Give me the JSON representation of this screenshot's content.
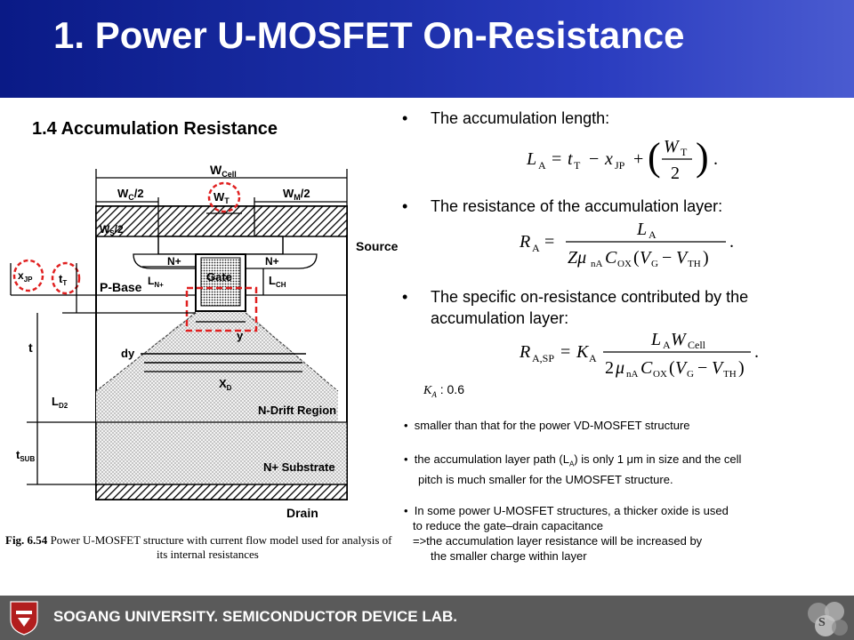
{
  "title": "1. Power U-MOSFET On-Resistance",
  "subtitle": "1.4 Accumulation Resistance",
  "diagram": {
    "w_cell": "W",
    "w_cell_sub": "Cell",
    "wc2": "W",
    "wc2_sub": "C",
    "wc2_tail": "/2",
    "wt": "W",
    "wt_sub": "T",
    "wm2": "W",
    "wm2_sub": "M",
    "wm2_tail": "/2",
    "ws2": "W",
    "ws2_sub": "S",
    "ws2_tail": "/2",
    "source": "Source",
    "n_plus_left": "N+",
    "n_plus_right": "N+",
    "gate": "Gate",
    "xjp": "x",
    "xjp_sub": "JP",
    "tt": "t",
    "tt_sub": "T",
    "p_base": "P-Base",
    "ln": "L",
    "ln_sub": "N+",
    "lch": "L",
    "lch_sub": "CH",
    "y": "y",
    "t": "t",
    "dy": "dy",
    "xd": "X",
    "xd_sub": "D",
    "ld2": "L",
    "ld2_sub": "D2",
    "n_drift": "N-Drift Region",
    "tsub": "t",
    "tsub_sub": "SUB",
    "n_substrate": "N+ Substrate",
    "drain": "Drain"
  },
  "caption": {
    "fig": "Fig. 6.54",
    "text": " Power U-MOSFET structure with current flow model used for analysis of",
    "text2": "its internal resistances"
  },
  "bullets": [
    "The accumulation length:",
    "The resistance of the accumulation layer:",
    "The specific on-resistance contributed by the",
    "accumulation layer:"
  ],
  "bullet_symbol": "•",
  "ka": {
    "symbol": "K",
    "sub": "A",
    "value": " : 0.6"
  },
  "notes": [
    "smaller than that for the power VD-MOSFET structure",
    "the accumulation layer path (L",
    "A",
    ") is only 1 μm in size and the cell",
    "pitch is much smaller for the UMOSFET structure.",
    "In some power U-MOSFET structures, a thicker oxide is used",
    "to reduce the gate–drain capacitance",
    "=>the accumulation layer resistance will be increased by",
    "the smaller charge within layer"
  ],
  "footer": {
    "label": "SOGANG UNIVERSITY. SEMICONDUCTOR DEVICE LAB."
  },
  "colors": {
    "header": "#1c2fa8",
    "footer": "#5a5a5a",
    "highlight": "#e02020"
  }
}
